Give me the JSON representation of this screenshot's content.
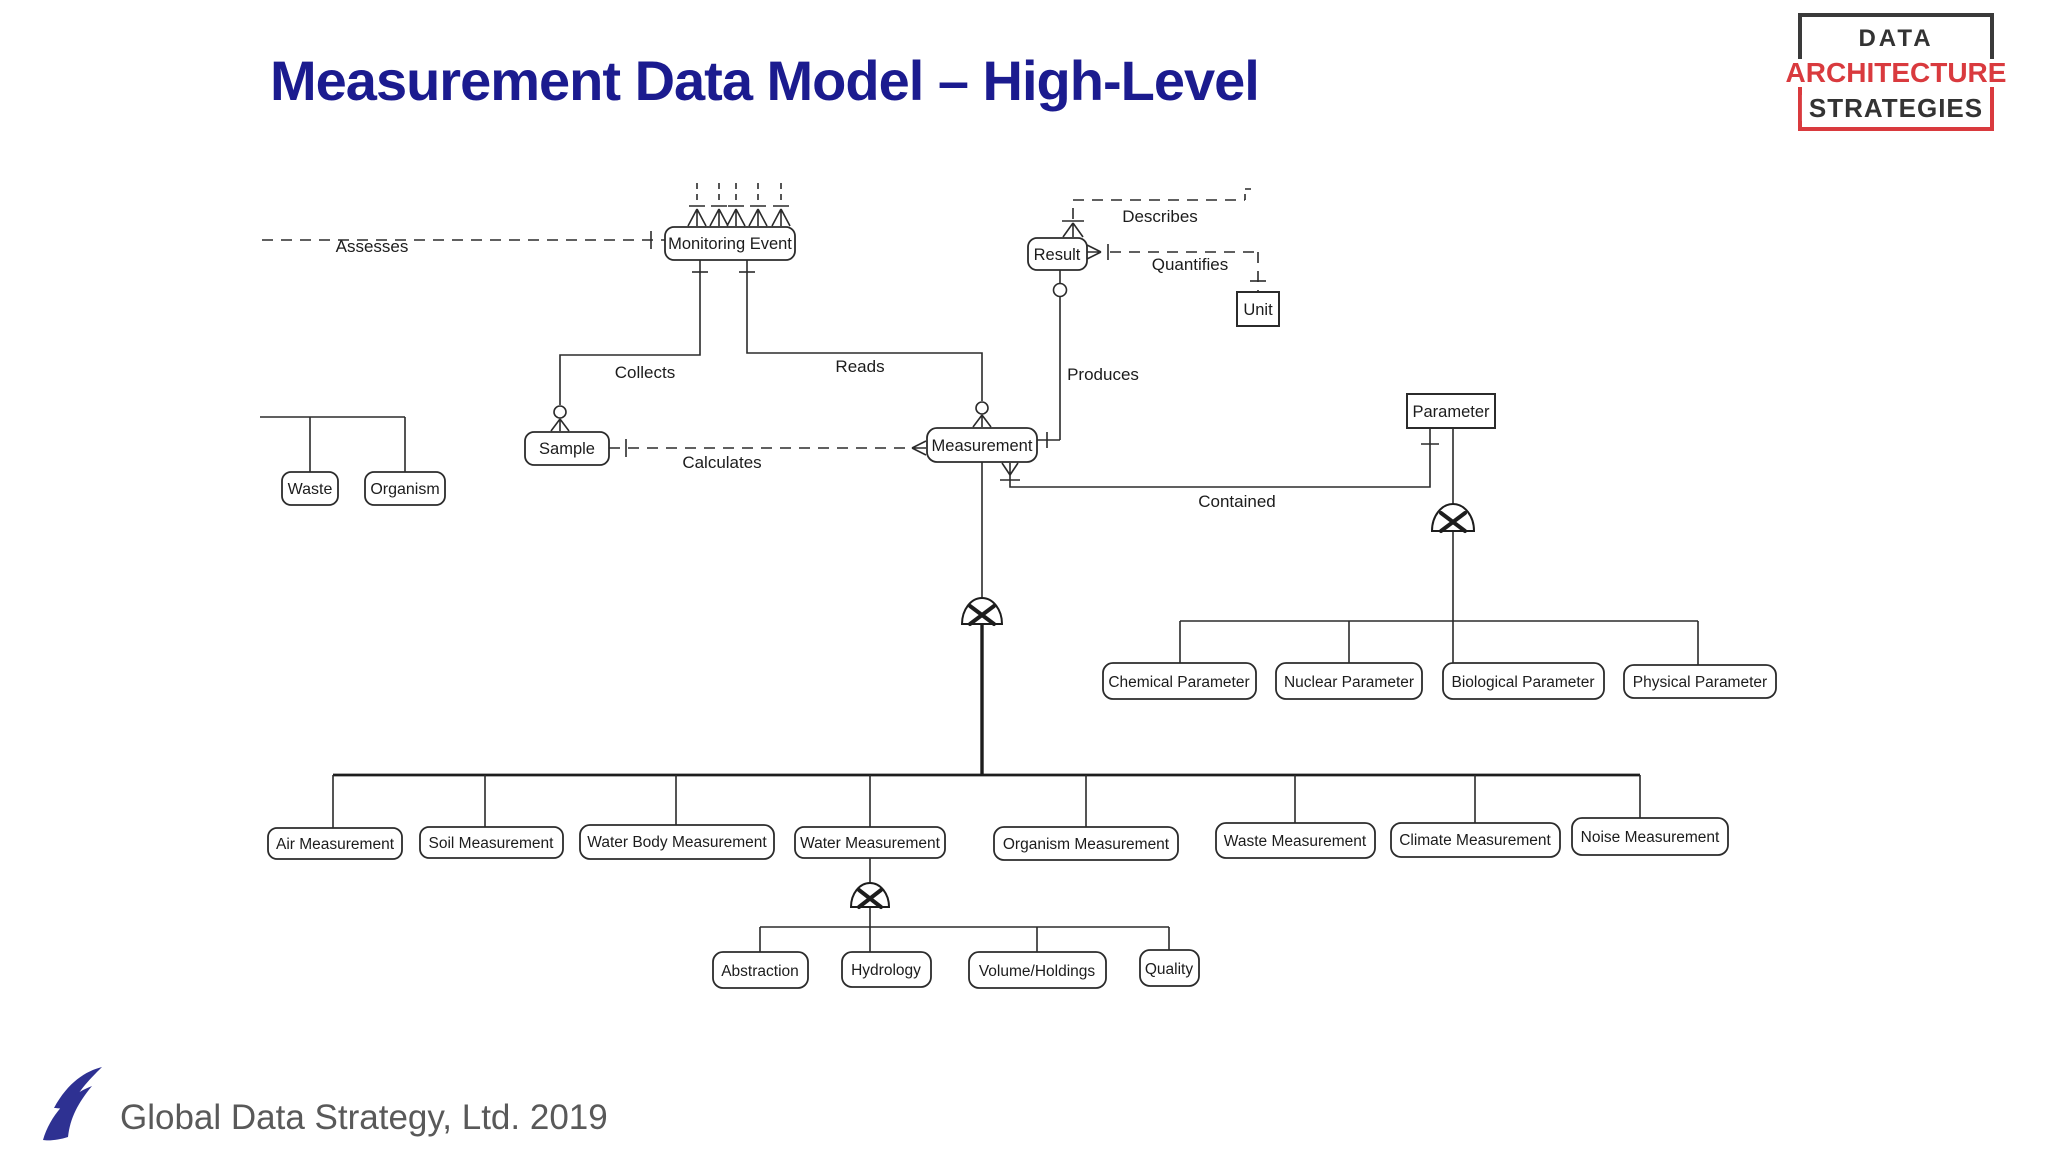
{
  "slide": {
    "title": "Measurement Data Model – High-Level",
    "footer_text": "Global Data Strategy, Ltd. 2019",
    "logo": {
      "line1": "DATA",
      "line2": "ARCHITECTURE",
      "line3": "STRATEGIES"
    },
    "colors": {
      "title_blue": "#1b1b8f",
      "logo_red": "#d93a3e",
      "logo_dark": "#3a3a3a",
      "line_color": "#2b2b2b",
      "footer_gray": "#595959",
      "swoosh_navy": "#2e3192"
    }
  },
  "diagram": {
    "entities": {
      "monitoring_event": "Monitoring Event",
      "result": "Result",
      "unit": "Unit",
      "sample": "Sample",
      "measurement": "Measurement",
      "parameter": "Parameter",
      "waste": "Waste",
      "organism": "Organism",
      "chemical_parameter": "Chemical Parameter",
      "nuclear_parameter": "Nuclear Parameter",
      "biological_parameter": "Biological Parameter",
      "physical_parameter": "Physical Parameter",
      "air_measurement": "Air Measurement",
      "soil_measurement": "Soil Measurement",
      "water_body_measurement": "Water Body Measurement",
      "water_measurement": "Water Measurement",
      "organism_measurement": "Organism Measurement",
      "waste_measurement": "Waste Measurement",
      "climate_measurement": "Climate Measurement",
      "noise_measurement": "Noise Measurement",
      "abstraction": "Abstraction",
      "hydrology": "Hydrology",
      "volume_holdings": "Volume/Holdings",
      "quality": "Quality"
    },
    "relationships": {
      "assesses": "Assesses",
      "collects": "Collects",
      "reads": "Reads",
      "calculates": "Calculates",
      "produces": "Produces",
      "describes": "Describes",
      "quantifies": "Quantifies",
      "contained": "Contained"
    }
  }
}
